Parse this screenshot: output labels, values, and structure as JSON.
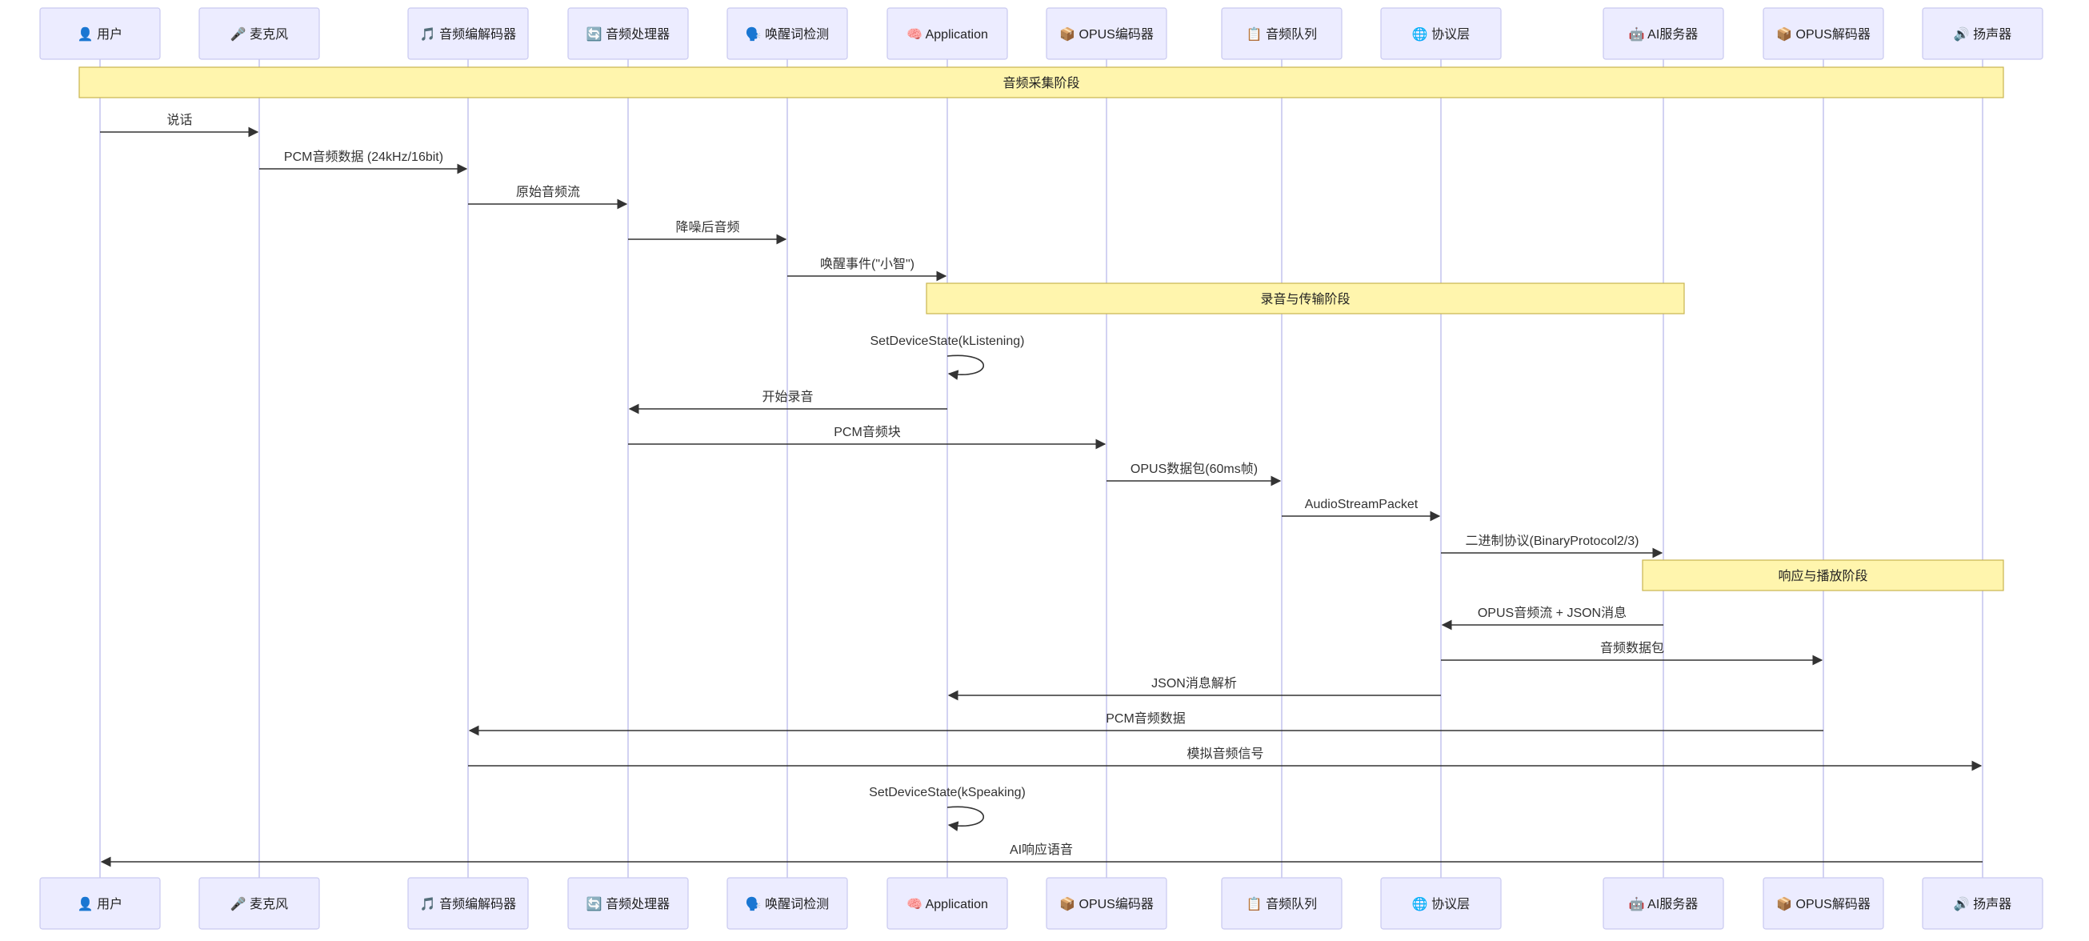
{
  "actors": [
    {
      "id": "user",
      "icon": "👤",
      "label": "用户"
    },
    {
      "id": "mic",
      "icon": "🎤",
      "label": "麦克风"
    },
    {
      "id": "codec",
      "icon": "🎵",
      "label": "音频编解码器"
    },
    {
      "id": "processor",
      "icon": "🔄",
      "label": "音频处理器"
    },
    {
      "id": "wake",
      "icon": "🗣️",
      "label": "唤醒词检测"
    },
    {
      "id": "app",
      "icon": "🧠",
      "label": "Application"
    },
    {
      "id": "opus_enc",
      "icon": "📦",
      "label": "OPUS编码器"
    },
    {
      "id": "queue",
      "icon": "📋",
      "label": "音频队列"
    },
    {
      "id": "protocol",
      "icon": "🌐",
      "label": "协议层"
    },
    {
      "id": "ai",
      "icon": "🤖",
      "label": "AI服务器"
    },
    {
      "id": "opus_dec",
      "icon": "📦",
      "label": "OPUS解码器"
    },
    {
      "id": "speaker",
      "icon": "🔊",
      "label": "扬声器"
    }
  ],
  "notes": [
    {
      "text": "音频采集阶段",
      "from": "user",
      "to": "speaker"
    },
    {
      "text": "录音与传输阶段",
      "from": "app",
      "to": "ai"
    },
    {
      "text": "响应与播放阶段",
      "from": "ai",
      "to": "speaker"
    }
  ],
  "messages": [
    {
      "from": "user",
      "to": "mic",
      "text": "说话"
    },
    {
      "from": "mic",
      "to": "codec",
      "text": "PCM音频数据 (24kHz/16bit)"
    },
    {
      "from": "codec",
      "to": "processor",
      "text": "原始音频流"
    },
    {
      "from": "processor",
      "to": "wake",
      "text": "降噪后音频"
    },
    {
      "from": "wake",
      "to": "app",
      "text": "唤醒事件(\"小智\")"
    },
    {
      "from": "app",
      "to": "app",
      "text": "SetDeviceState(kListening)"
    },
    {
      "from": "app",
      "to": "processor",
      "text": "开始录音"
    },
    {
      "from": "processor",
      "to": "opus_enc",
      "text": "PCM音频块"
    },
    {
      "from": "opus_enc",
      "to": "queue",
      "text": "OPUS数据包(60ms帧)"
    },
    {
      "from": "queue",
      "to": "protocol",
      "text": "AudioStreamPacket"
    },
    {
      "from": "protocol",
      "to": "ai",
      "text": "二进制协议(BinaryProtocol2/3)"
    },
    {
      "from": "ai",
      "to": "protocol",
      "text": "OPUS音频流 + JSON消息"
    },
    {
      "from": "protocol",
      "to": "opus_dec",
      "text": "音频数据包"
    },
    {
      "from": "protocol",
      "to": "app",
      "text": "JSON消息解析"
    },
    {
      "from": "opus_dec",
      "to": "codec",
      "text": "PCM音频数据"
    },
    {
      "from": "codec",
      "to": "speaker",
      "text": "模拟音频信号"
    },
    {
      "from": "app",
      "to": "app",
      "text": "SetDeviceState(kSpeaking)"
    },
    {
      "from": "speaker",
      "to": "user",
      "text": "AI响应语音"
    }
  ]
}
